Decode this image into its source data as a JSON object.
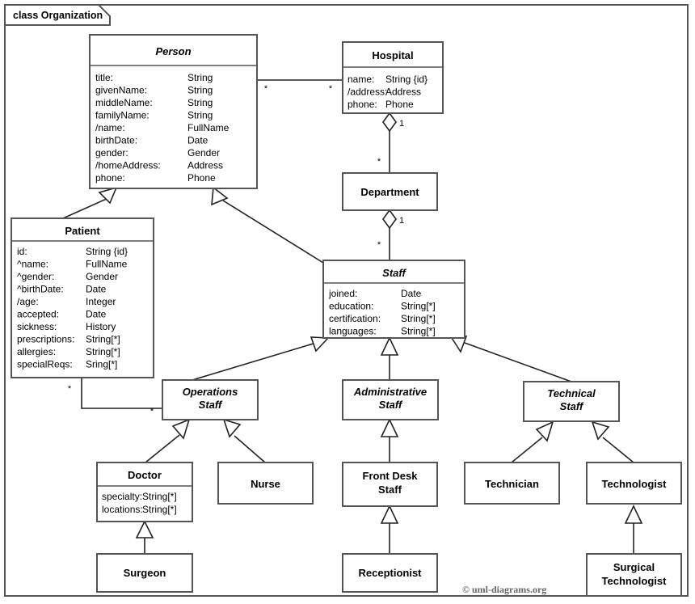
{
  "frame": {
    "label": "class Organization"
  },
  "copyright": "© uml-diagrams.org",
  "classes": {
    "person": {
      "name": "Person",
      "abstract": true,
      "attributes": [
        {
          "name": "title:",
          "type": "String"
        },
        {
          "name": "givenName:",
          "type": "String"
        },
        {
          "name": "middleName:",
          "type": "String"
        },
        {
          "name": "familyName:",
          "type": "String"
        },
        {
          "name": "/name:",
          "type": "FullName"
        },
        {
          "name": "birthDate:",
          "type": "Date"
        },
        {
          "name": "gender:",
          "type": "Gender"
        },
        {
          "name": "/homeAddress:",
          "type": "Address"
        },
        {
          "name": "phone:",
          "type": "Phone"
        }
      ]
    },
    "hospital": {
      "name": "Hospital",
      "abstract": false,
      "attributes": [
        {
          "name": "name:",
          "type": "String {id}"
        },
        {
          "name": "/address:",
          "type": "Address"
        },
        {
          "name": "phone:",
          "type": "Phone"
        }
      ]
    },
    "department": {
      "name": "Department",
      "abstract": false,
      "attributes": []
    },
    "patient": {
      "name": "Patient",
      "abstract": false,
      "attributes": [
        {
          "name": "id:",
          "type": "String {id}"
        },
        {
          "name": "^name:",
          "type": "FullName"
        },
        {
          "name": "^gender:",
          "type": "Gender"
        },
        {
          "name": "^birthDate:",
          "type": "Date"
        },
        {
          "name": "/age:",
          "type": "Integer"
        },
        {
          "name": "accepted:",
          "type": "Date"
        },
        {
          "name": "sickness:",
          "type": "History"
        },
        {
          "name": "prescriptions:",
          "type": "String[*]"
        },
        {
          "name": "allergies:",
          "type": "String[*]"
        },
        {
          "name": "specialReqs:",
          "type": "Sring[*]"
        }
      ]
    },
    "staff": {
      "name": "Staff",
      "abstract": true,
      "attributes": [
        {
          "name": "joined:",
          "type": "Date"
        },
        {
          "name": "education:",
          "type": "String[*]"
        },
        {
          "name": "certification:",
          "type": "String[*]"
        },
        {
          "name": "languages:",
          "type": "String[*]"
        }
      ]
    },
    "operations_staff": {
      "name": "Operations Staff",
      "line1": "Operations",
      "line2": "Staff",
      "abstract": true,
      "attributes": []
    },
    "administrative_staff": {
      "name": "Administrative Staff",
      "line1": "Administrative",
      "line2": "Staff",
      "abstract": true,
      "attributes": []
    },
    "technical_staff": {
      "name": "Technical Staff",
      "line1": "Technical",
      "line2": "Staff",
      "abstract": true,
      "attributes": []
    },
    "doctor": {
      "name": "Doctor",
      "abstract": false,
      "attributes": [
        {
          "name": "specialty:",
          "type": "String[*]"
        },
        {
          "name": "locations:",
          "type": "String[*]"
        }
      ]
    },
    "nurse": {
      "name": "Nurse",
      "abstract": false,
      "attributes": []
    },
    "front_desk_staff": {
      "name": "Front Desk Staff",
      "line1": "Front Desk",
      "line2": "Staff",
      "abstract": false,
      "attributes": []
    },
    "technician": {
      "name": "Technician",
      "abstract": false,
      "attributes": []
    },
    "technologist": {
      "name": "Technologist",
      "abstract": false,
      "attributes": []
    },
    "surgeon": {
      "name": "Surgeon",
      "abstract": false,
      "attributes": []
    },
    "receptionist": {
      "name": "Receptionist",
      "abstract": false,
      "attributes": []
    },
    "surgical_technologist": {
      "name": "Surgical Technologist",
      "line1": "Surgical",
      "line2": "Technologist",
      "abstract": false,
      "attributes": []
    }
  },
  "multiplicities": {
    "person_hospital_source": "*",
    "person_hospital_target": "*",
    "hospital_department_whole": "1",
    "hospital_department_part": "*",
    "department_staff_whole": "1",
    "department_staff_part": "*",
    "patient_operations_source": "*",
    "patient_operations_target": "*"
  },
  "relationships": [
    {
      "kind": "association",
      "from": "Person",
      "to": "Hospital"
    },
    {
      "kind": "aggregation",
      "from": "Hospital",
      "to": "Department"
    },
    {
      "kind": "aggregation",
      "from": "Department",
      "to": "Staff"
    },
    {
      "kind": "generalization",
      "from": "Patient",
      "to": "Person"
    },
    {
      "kind": "generalization",
      "from": "Staff",
      "to": "Person"
    },
    {
      "kind": "association",
      "from": "Patient",
      "to": "Operations Staff"
    },
    {
      "kind": "generalization",
      "from": "Operations Staff",
      "to": "Staff"
    },
    {
      "kind": "generalization",
      "from": "Administrative Staff",
      "to": "Staff"
    },
    {
      "kind": "generalization",
      "from": "Technical Staff",
      "to": "Staff"
    },
    {
      "kind": "generalization",
      "from": "Doctor",
      "to": "Operations Staff"
    },
    {
      "kind": "generalization",
      "from": "Nurse",
      "to": "Operations Staff"
    },
    {
      "kind": "generalization",
      "from": "Front Desk Staff",
      "to": "Administrative Staff"
    },
    {
      "kind": "generalization",
      "from": "Technician",
      "to": "Technical Staff"
    },
    {
      "kind": "generalization",
      "from": "Technologist",
      "to": "Technical Staff"
    },
    {
      "kind": "generalization",
      "from": "Surgeon",
      "to": "Doctor"
    },
    {
      "kind": "generalization",
      "from": "Receptionist",
      "to": "Front Desk Staff"
    },
    {
      "kind": "generalization",
      "from": "Surgical Technologist",
      "to": "Technologist"
    }
  ]
}
